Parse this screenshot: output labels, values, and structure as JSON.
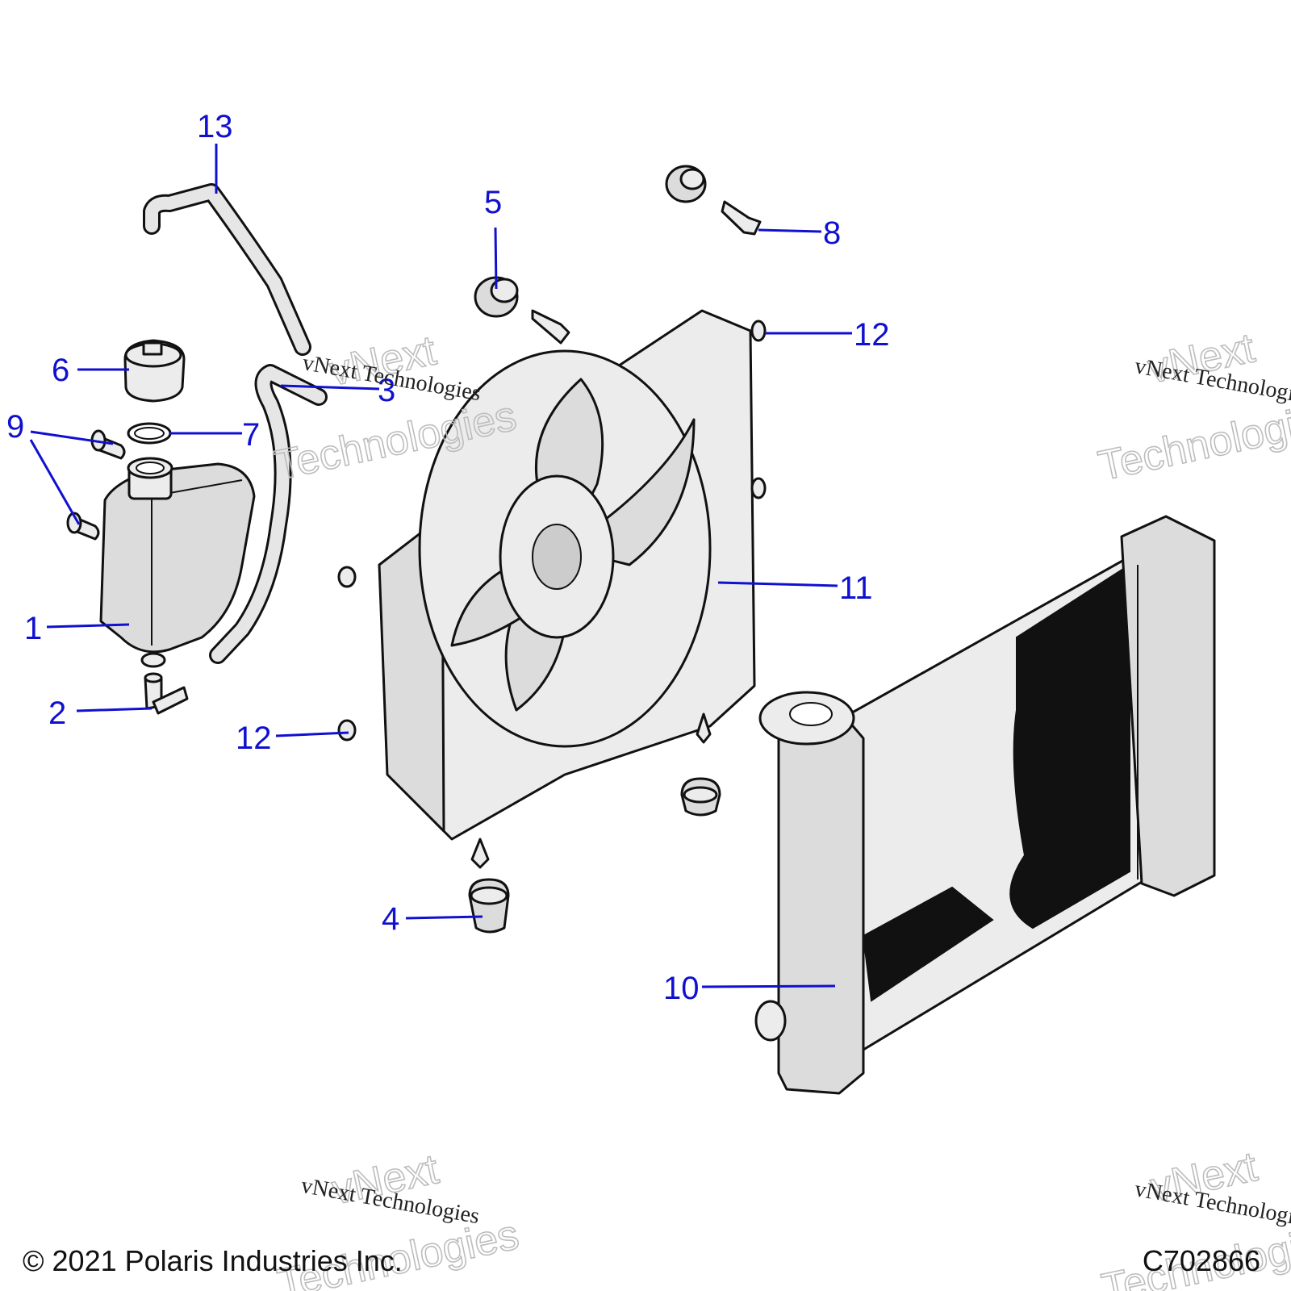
{
  "callouts": [
    {
      "id": "1",
      "label": "1"
    },
    {
      "id": "2",
      "label": "2"
    },
    {
      "id": "3",
      "label": "3"
    },
    {
      "id": "4",
      "label": "4"
    },
    {
      "id": "5",
      "label": "5"
    },
    {
      "id": "6",
      "label": "6"
    },
    {
      "id": "7",
      "label": "7"
    },
    {
      "id": "8",
      "label": "8"
    },
    {
      "id": "9",
      "label": "9"
    },
    {
      "id": "10",
      "label": "10"
    },
    {
      "id": "11",
      "label": "11"
    },
    {
      "id": "12a",
      "label": "12"
    },
    {
      "id": "12b",
      "label": "12"
    },
    {
      "id": "13",
      "label": "13"
    }
  ],
  "watermark": {
    "line_small": "vNext Technologies",
    "big_word_1": "vNext",
    "big_word_2": "Technologies"
  },
  "footer": {
    "copyright": "© 2021 Polaris Industries Inc.",
    "drawing_number": "C702866"
  },
  "colors": {
    "callout": "#1010d0",
    "part_fill": "#dcdcdc",
    "outline": "#111111"
  }
}
